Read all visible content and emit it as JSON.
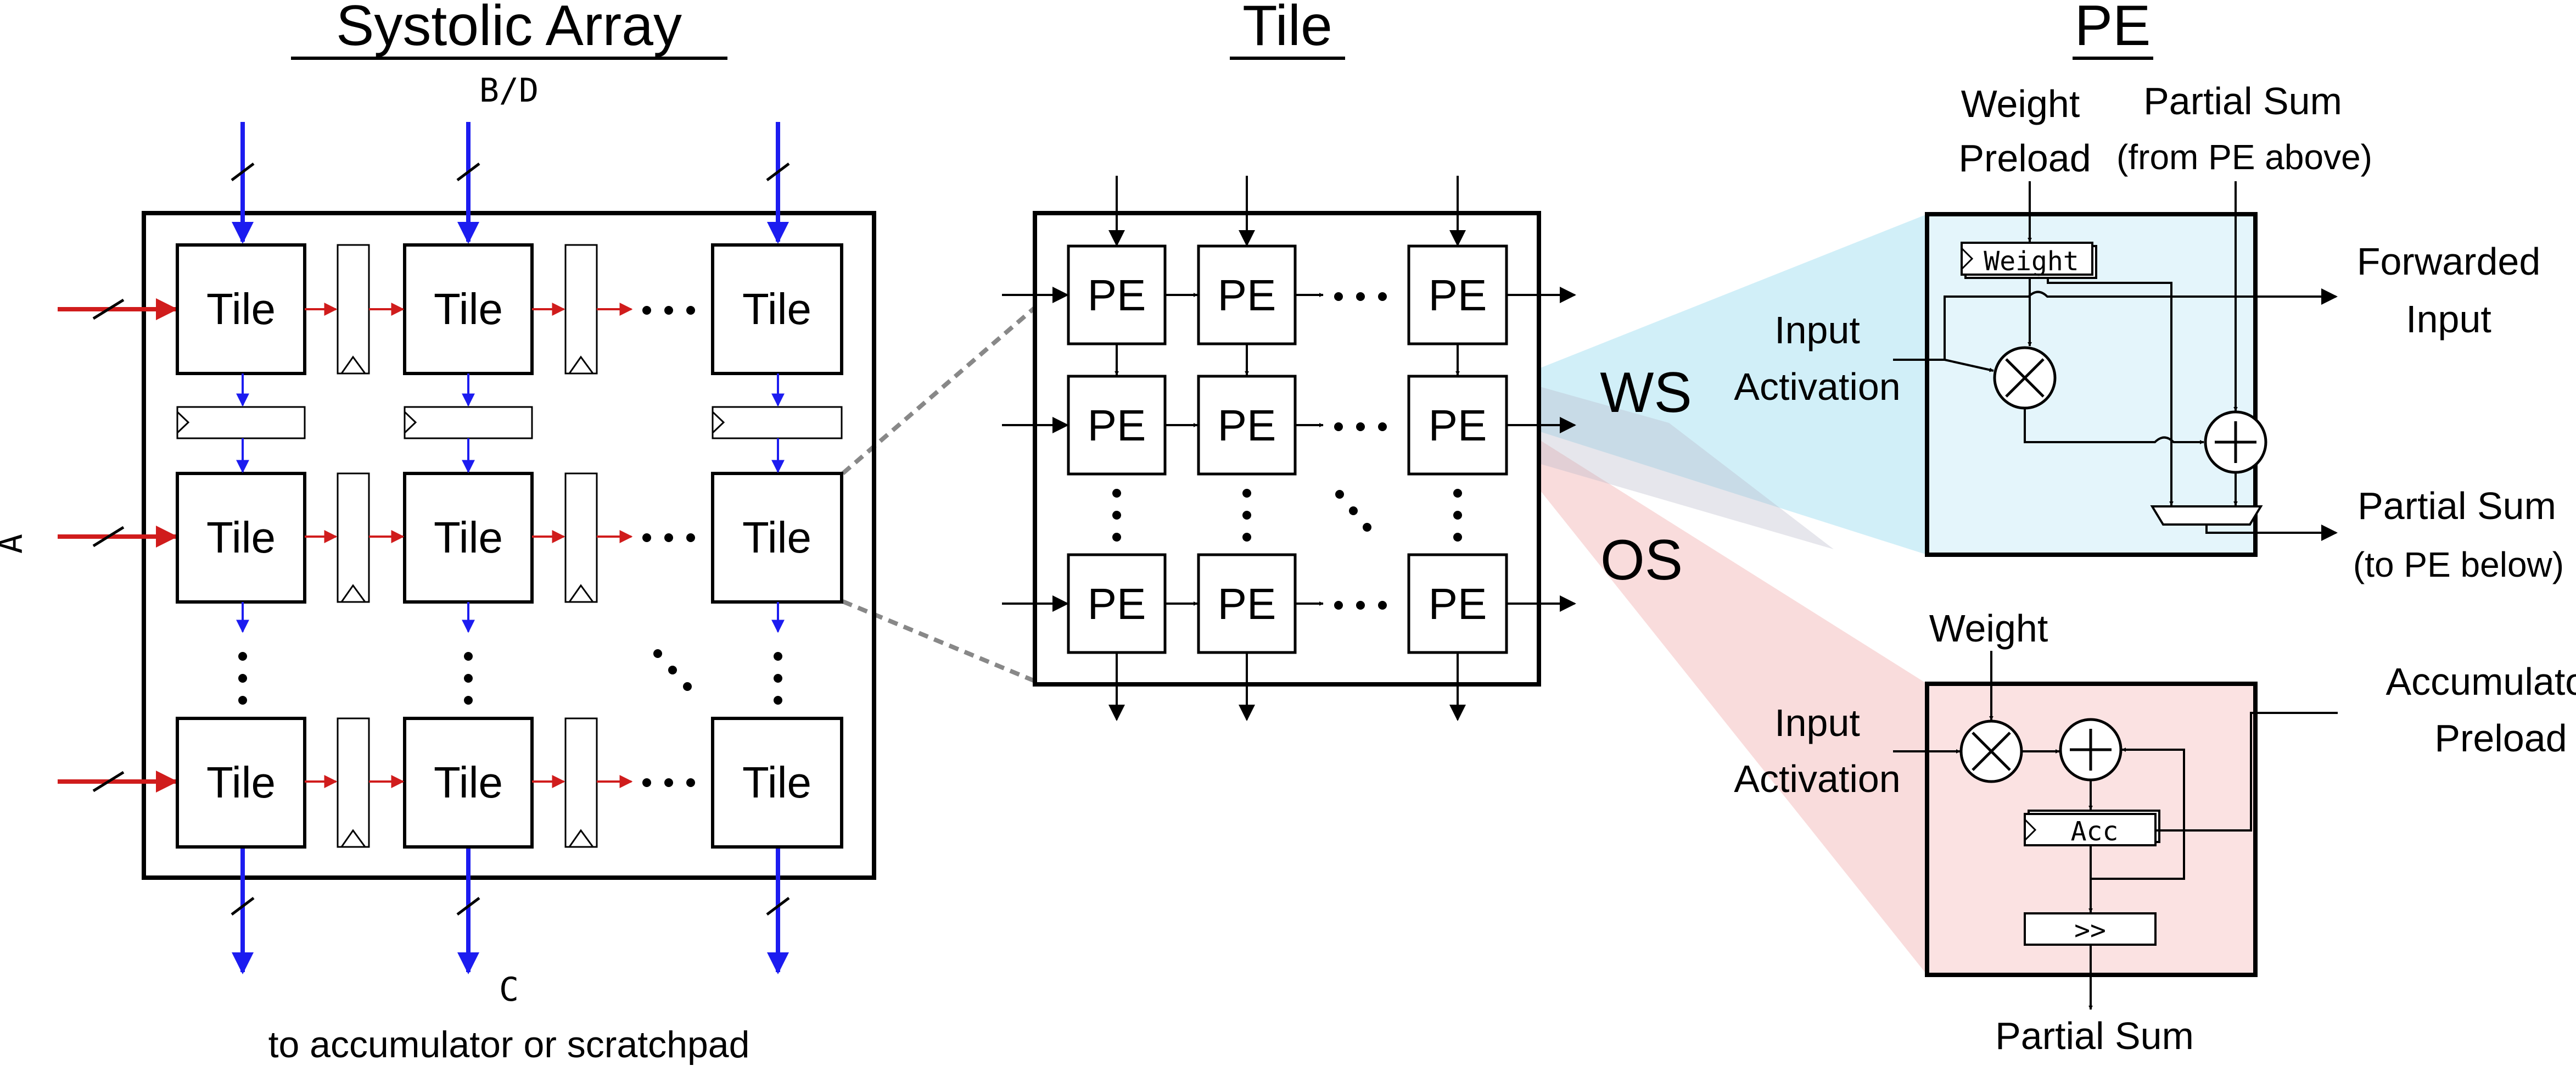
{
  "titles": {
    "systolic_array": "Systolic Array",
    "tile": "Tile",
    "pe": "PE"
  },
  "systolic_array": {
    "top_input": "B/D",
    "left_input": "A",
    "bottom_output": "C",
    "bottom_note": "to accumulator or scratchpad",
    "tile_label": "Tile",
    "ellipsis": "⋯"
  },
  "tile": {
    "pe_label": "PE"
  },
  "dataflows": {
    "ws": "WS",
    "os": "OS"
  },
  "ws_pe": {
    "weight_preload_1": "Weight",
    "weight_preload_2": "Preload",
    "partial_sum_in_1": "Partial Sum",
    "partial_sum_in_2": "(from PE above)",
    "forwarded_input_1": "Forwarded",
    "forwarded_input_2": "Input",
    "input_activation_1": "Input",
    "input_activation_2": "Activation",
    "weight_register": "Weight",
    "partial_sum_out_1": "Partial Sum",
    "partial_sum_out_2": "(to PE below)",
    "multiply_symbol": "✕",
    "add_symbol": "+"
  },
  "os_pe": {
    "weight": "Weight",
    "input_activation_1": "Input",
    "input_activation_2": "Activation",
    "accumulator_preload_1": "Accumulator",
    "accumulator_preload_2": "Preload",
    "acc_register": "Acc",
    "shift_block": ">>",
    "partial_sum_out": "Partial Sum",
    "multiply_symbol": "✕",
    "add_symbol": "+"
  },
  "colors": {
    "line": "#000000",
    "red_bus": "#d01c1c",
    "blue_bus": "#1c1cf0",
    "ws_fill": "#e4f5fb",
    "ws_wedge": "#c9ecf7",
    "os_fill": "#fbe2e2",
    "os_wedge": "#f8d6d6",
    "zoom_dash": "#888888"
  }
}
